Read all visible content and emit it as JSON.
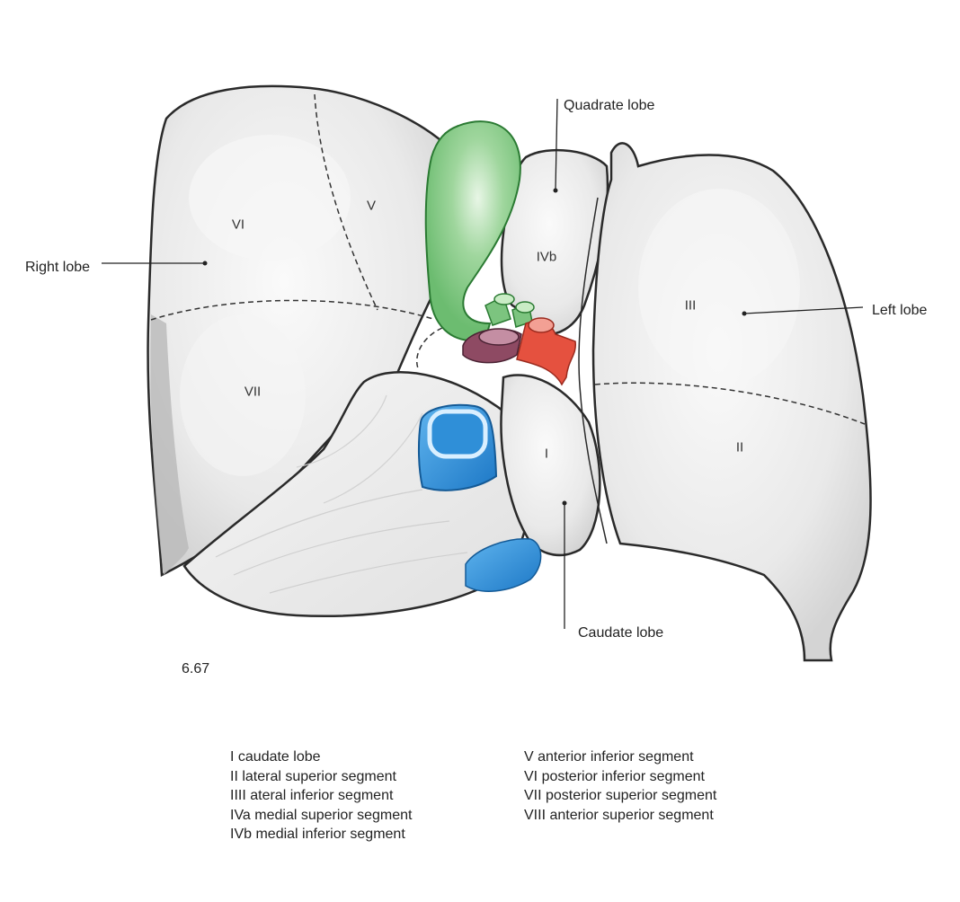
{
  "figure_number": "6.67",
  "callouts": {
    "quadrate_lobe": "Quadrate lobe",
    "right_lobe": "Right lobe",
    "left_lobe": "Left lobe",
    "caudate_lobe": "Caudate lobe"
  },
  "segment_labels": {
    "vi": "VI",
    "v": "V",
    "ivb": "IVb",
    "iii": "III",
    "vii": "VII",
    "i": "I",
    "ii": "II"
  },
  "legend": {
    "left": [
      "I caudate lobe",
      "II lateral superior segment",
      "IIII ateral inferior segment",
      "IVa medial superior segment",
      "IVb medial inferior segment"
    ],
    "right": [
      "V anterior inferior segment",
      "VI posterior inferior segment",
      "VII posterior superior segment",
      "VIII anterior superior segment"
    ]
  },
  "colors": {
    "liver_fill": "#ececec",
    "liver_outline": "#2a2a2a",
    "gallbladder": "#7cc47f",
    "portal_vein": "#8e4a63",
    "hepatic_artery": "#e5513f",
    "vena_cava": "#2f8fd8",
    "bile_duct": "#6cc07a"
  }
}
